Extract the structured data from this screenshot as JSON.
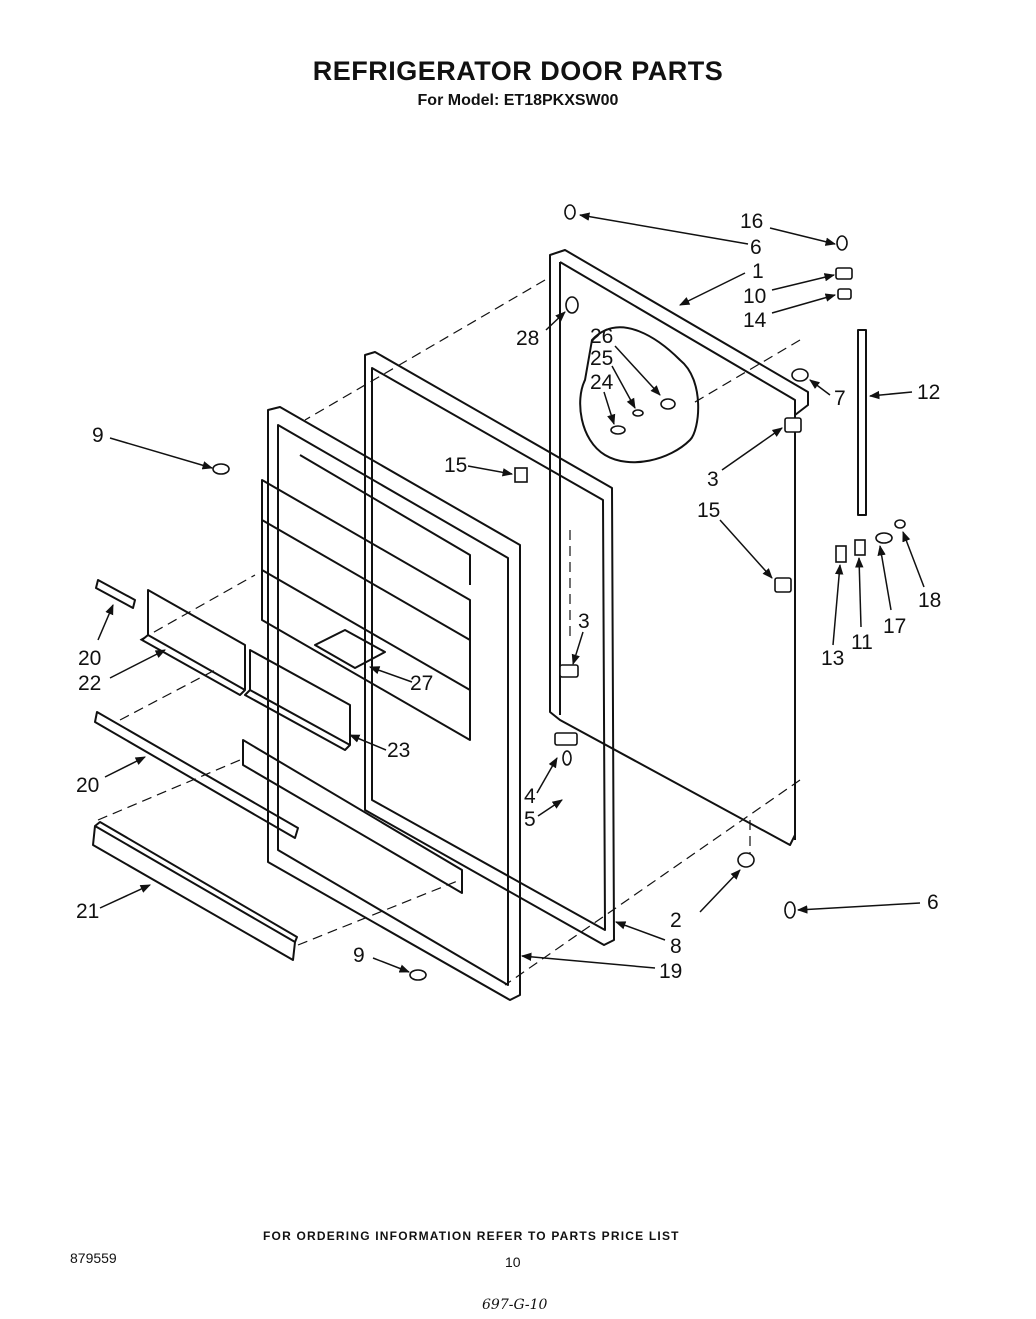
{
  "header": {
    "title": "REFRIGERATOR DOOR PARTS",
    "subtitle": "For Model: ET18PKXSW00"
  },
  "callouts": [
    {
      "id": "c16",
      "label": "16"
    },
    {
      "id": "c6a",
      "label": "6"
    },
    {
      "id": "c1",
      "label": "1"
    },
    {
      "id": "c10",
      "label": "10"
    },
    {
      "id": "c14",
      "label": "14"
    },
    {
      "id": "c28",
      "label": "28"
    },
    {
      "id": "c26",
      "label": "26"
    },
    {
      "id": "c25",
      "label": "25"
    },
    {
      "id": "c24",
      "label": "24"
    },
    {
      "id": "c7",
      "label": "7"
    },
    {
      "id": "c12",
      "label": "12"
    },
    {
      "id": "c9a",
      "label": "9"
    },
    {
      "id": "c15a",
      "label": "15"
    },
    {
      "id": "c3a",
      "label": "3"
    },
    {
      "id": "c15b",
      "label": "15"
    },
    {
      "id": "c18",
      "label": "18"
    },
    {
      "id": "c17",
      "label": "17"
    },
    {
      "id": "c11",
      "label": "11"
    },
    {
      "id": "c13",
      "label": "13"
    },
    {
      "id": "c3b",
      "label": "3"
    },
    {
      "id": "c20a",
      "label": "20"
    },
    {
      "id": "c22",
      "label": "22"
    },
    {
      "id": "c27",
      "label": "27"
    },
    {
      "id": "c23",
      "label": "23"
    },
    {
      "id": "c20b",
      "label": "20"
    },
    {
      "id": "c4",
      "label": "4"
    },
    {
      "id": "c5",
      "label": "5"
    },
    {
      "id": "c21",
      "label": "21"
    },
    {
      "id": "c6b",
      "label": "6"
    },
    {
      "id": "c2",
      "label": "2"
    },
    {
      "id": "c8",
      "label": "8"
    },
    {
      "id": "c9b",
      "label": "9"
    },
    {
      "id": "c19",
      "label": "19"
    }
  ],
  "footer": {
    "ordering_note": "FOR ORDERING INFORMATION REFER TO PARTS PRICE LIST",
    "doc_number": "879559",
    "page_number": "10",
    "handwritten_code": "697-G-10"
  }
}
